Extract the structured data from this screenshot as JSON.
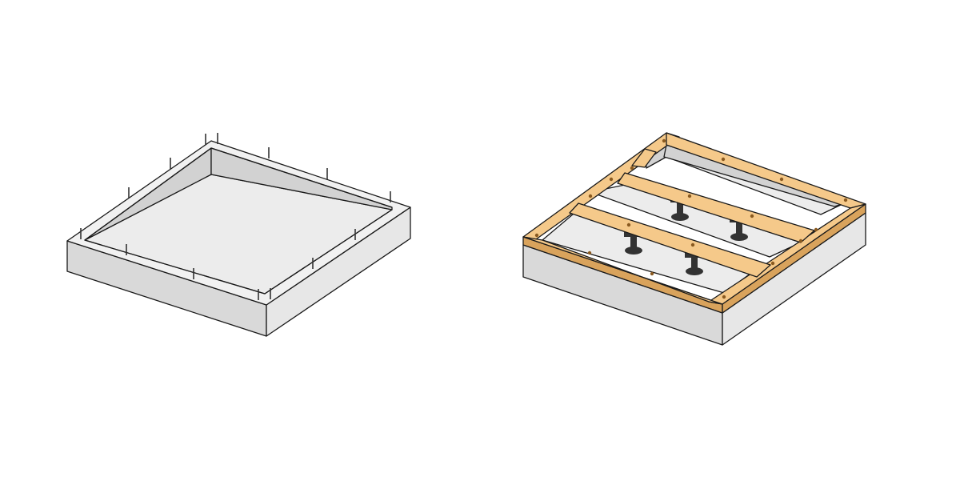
{
  "figures": [
    {
      "id": "concrete-base",
      "parts": [
        "concrete-slab",
        "anchor-bolts"
      ],
      "anchor_bolt_count": 14
    },
    {
      "id": "framed-base",
      "parts": [
        "concrete-slab",
        "timber-frame",
        "timber-crossbeams",
        "adjustable-pedestals"
      ],
      "crossbeam_count": 2,
      "pedestal_count": 4,
      "screw_count": 18
    }
  ],
  "colors": {
    "concrete_top": "#f1f1f1",
    "concrete_front": "#d9d9d9",
    "concrete_right": "#e7e7e7",
    "recess_floor": "#ececec",
    "recess_wall": "#d2d2d2",
    "timber_top": "#f5c98a",
    "timber_side": "#d9a35c",
    "pedestal": "#333333",
    "outline": "#1a1a1a"
  }
}
